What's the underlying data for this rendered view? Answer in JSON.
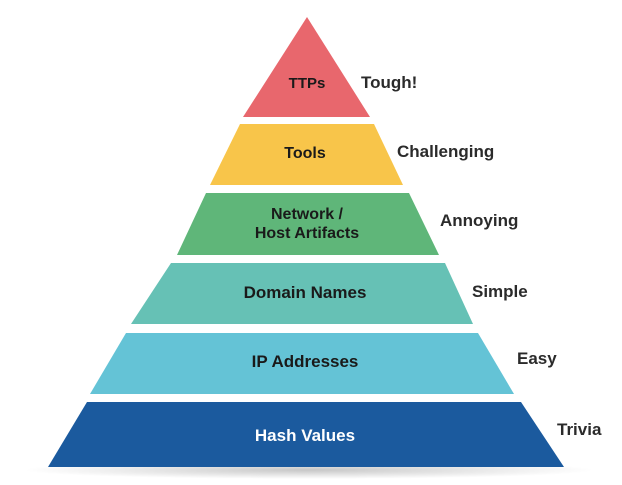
{
  "tiers": [
    {
      "lines": [
        "TTPs"
      ],
      "difficulty": "Tough!",
      "color": "#e8676d",
      "text_color": "#1a1a1a"
    },
    {
      "lines": [
        "Tools"
      ],
      "difficulty": "Challenging",
      "color": "#f8c54a",
      "text_color": "#1a1a1a"
    },
    {
      "lines": [
        "Network /",
        "Host Artifacts"
      ],
      "difficulty": "Annoying",
      "color": "#5fb679",
      "text_color": "#1a1a1a"
    },
    {
      "lines": [
        "Domain Names"
      ],
      "difficulty": "Simple",
      "color": "#66c1b5",
      "text_color": "#1a1a1a"
    },
    {
      "lines": [
        "IP Addresses"
      ],
      "difficulty": "Easy",
      "color": "#64c3d6",
      "text_color": "#1a1a1a"
    },
    {
      "lines": [
        "Hash Values"
      ],
      "difficulty": "Trivia",
      "color": "#1b5a9e",
      "text_color": "#ffffff"
    }
  ]
}
